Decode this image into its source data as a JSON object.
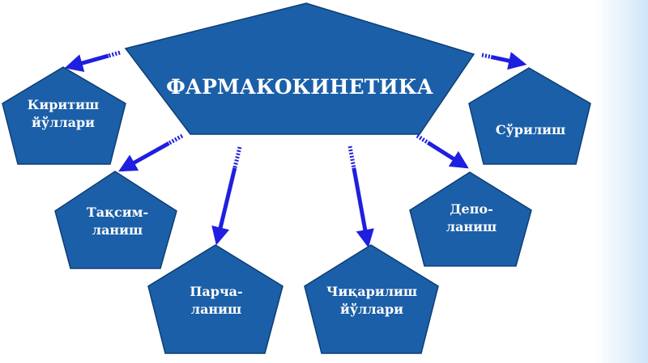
{
  "diagram": {
    "center": {
      "label": "ФАРМАКОКИНЕТИКА"
    },
    "nodes": [
      {
        "id": "kiritish",
        "lines": [
          "Киритиш",
          "йўллари"
        ]
      },
      {
        "id": "surilish",
        "lines": [
          "Сўрилиш"
        ]
      },
      {
        "id": "taqsimlanish",
        "lines": [
          "Тақсим-",
          "ланиш"
        ]
      },
      {
        "id": "depolanish",
        "lines": [
          "Депо-",
          "ланиш"
        ]
      },
      {
        "id": "parchalanish",
        "lines": [
          "Парча-",
          "ланиш"
        ]
      },
      {
        "id": "chiqarilish",
        "lines": [
          "Чиқарилиш",
          "йўллари"
        ]
      }
    ]
  },
  "colors": {
    "shape_fill": "#1b5fa8",
    "shape_stroke": "#0e3e75",
    "arrow": "#1f1fe0",
    "text": "#ffffff",
    "background_band": "#d8ecfa"
  }
}
